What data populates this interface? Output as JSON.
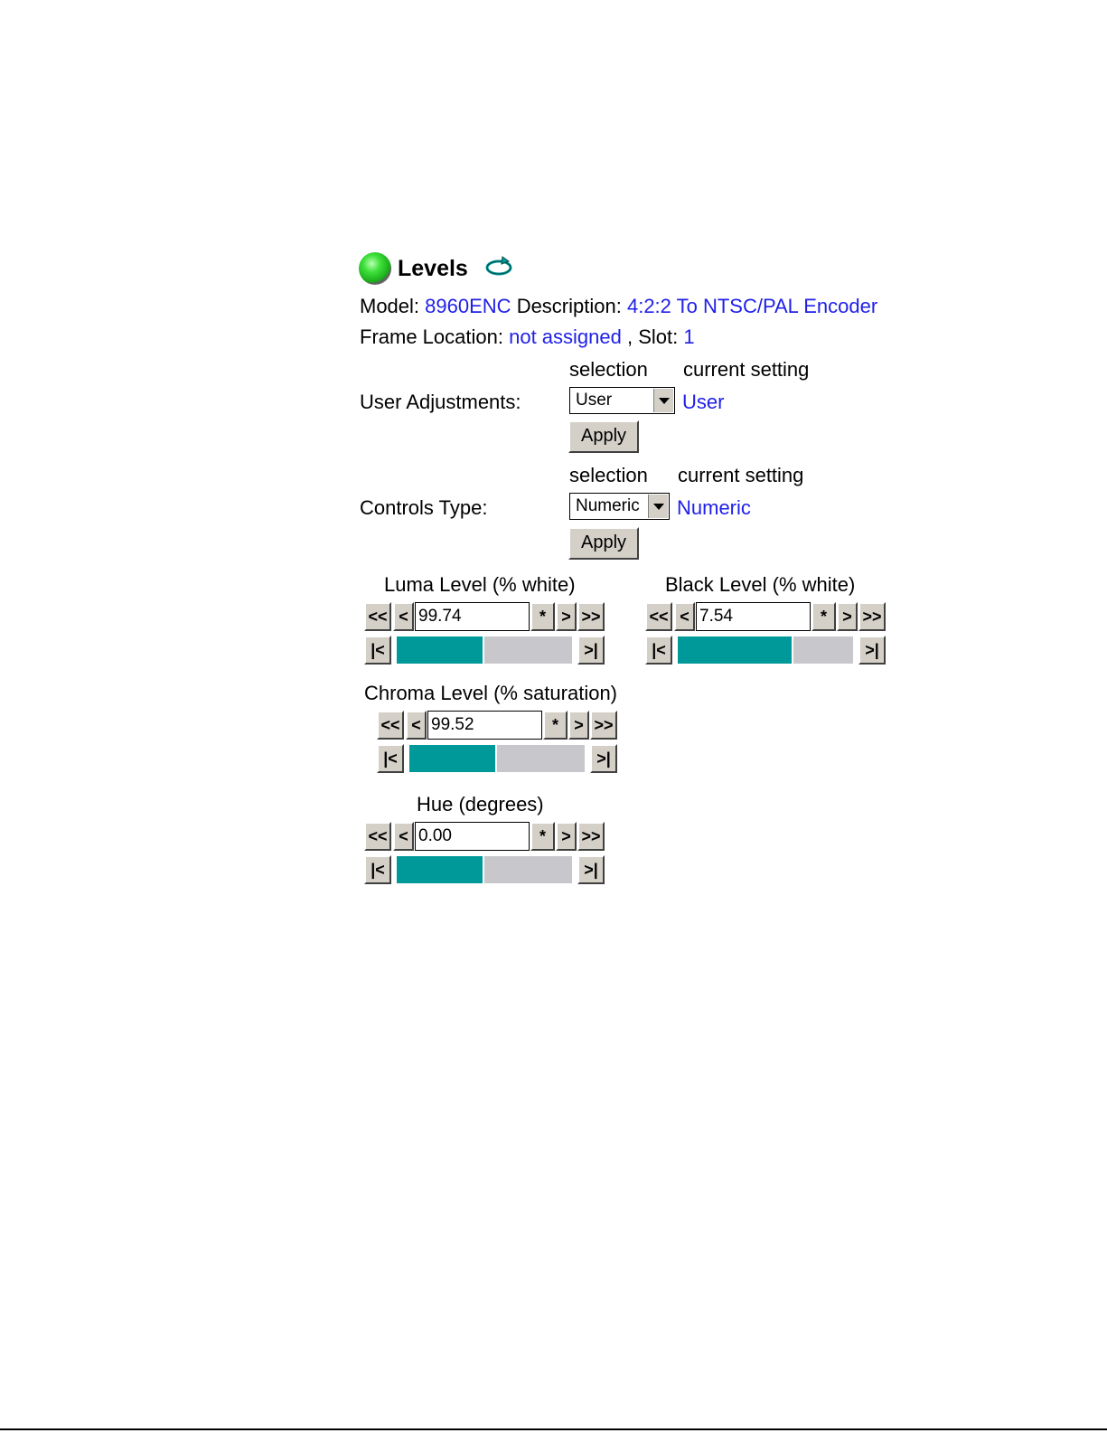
{
  "header": {
    "title": "Levels",
    "status_icon": "green-status-led-icon",
    "refresh_icon": "refresh-icon"
  },
  "info": {
    "model_label": "Model:",
    "model_value": "8960ENC",
    "description_label": "Description:",
    "description_value": "4:2:2 To NTSC/PAL Encoder",
    "frame_location_label": "Frame Location:",
    "frame_location_value": "not assigned",
    "slot_label": ", Slot:",
    "slot_value": "1"
  },
  "user_adjustments": {
    "selection_header": "selection",
    "current_header": "current setting",
    "label": "User Adjustments:",
    "selected": "User",
    "current": "User",
    "apply_label": "Apply"
  },
  "controls_type": {
    "selection_header": "selection",
    "current_header": "current setting",
    "label": "Controls Type:",
    "selected": "Numeric",
    "current": "Numeric",
    "apply_label": "Apply"
  },
  "stepper_labels": {
    "fast_back": "<<",
    "back": "<",
    "reset": "*",
    "forward": ">",
    "fast_forward": ">>",
    "min": "|<",
    "max": ">|"
  },
  "controls": {
    "luma": {
      "label": "Luma Level (% white)",
      "value": "99.74",
      "fill_fraction": 0.5
    },
    "black": {
      "label": "Black Level (% white)",
      "value": "7.54",
      "fill_fraction": 0.66
    },
    "chroma": {
      "label": "Chroma Level (% saturation)",
      "value": "99.52",
      "fill_fraction": 0.5
    },
    "hue": {
      "label": "Hue (degrees)",
      "value": "0.00",
      "fill_fraction": 0.5
    }
  },
  "colors": {
    "link": "#2020e8",
    "bar_fill": "#009999",
    "bar_empty": "#c8c8cc",
    "button_face": "#d4d0c8"
  }
}
